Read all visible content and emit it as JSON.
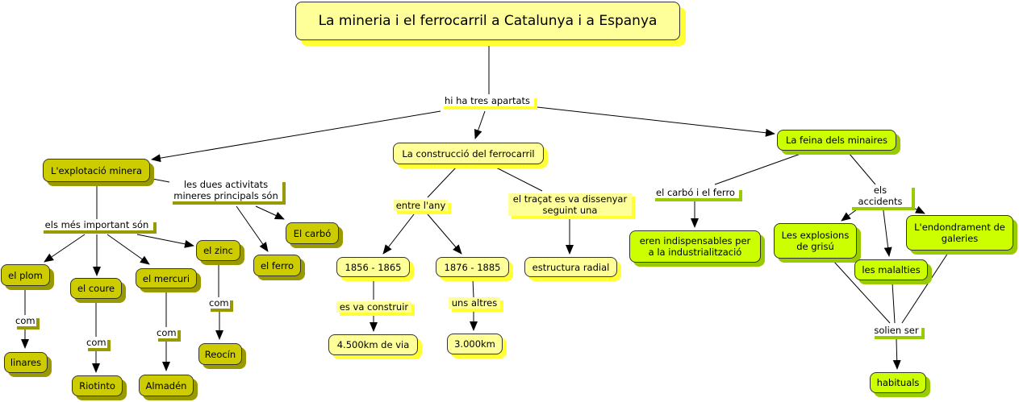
{
  "colors": {
    "olive": "#cccc00",
    "lime": "#ccff00",
    "pale_yellow": "#ffff99"
  },
  "title": "La mineria i el ferrocarril a Catalunya i a Espanya",
  "root_link": "hi ha tres apartats",
  "mining": {
    "concept": "L'explotació minera",
    "link_main": "les dues activitats\nmineres principals són",
    "main": [
      "El carbó",
      "el ferro"
    ],
    "link_important": "els més important són",
    "metals": [
      "el plom",
      "el coure",
      "el mercuri",
      "el zinc"
    ],
    "link_com": "com",
    "places": [
      "linares",
      "Riotinto",
      "Almadén",
      "Reocín"
    ]
  },
  "railway": {
    "concept": "La construcció del ferrocarril",
    "link_years": "entre l'any",
    "periods": [
      "1856 - 1865",
      "1876 - 1885"
    ],
    "link_design": "el traçat es va dissenyar\nseguint una",
    "design": "estructura radial",
    "link_built": "es va construir",
    "built": "4.500km de via",
    "link_others": "uns altres",
    "others": "3.000km"
  },
  "work": {
    "concept": "La feina dels minaires",
    "link_coal": "el carbó i el ferro",
    "coal_result": "eren indispensables per\na la industrialització",
    "link_accidents": "els accidents",
    "accidents": [
      "Les explosions\nde grisú",
      "les malalties",
      "L'endondrament de\ngaleries"
    ],
    "link_usual": "solien ser",
    "usual": "habituals"
  }
}
